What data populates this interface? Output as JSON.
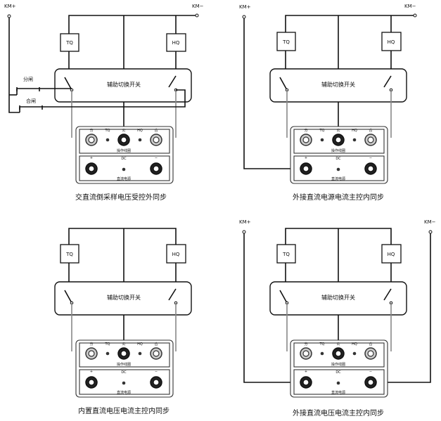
{
  "diagrams": [
    {
      "caption": "交直流倒采样电压受控外同步",
      "km_plus": "KM+",
      "km_minus": "KM−",
      "tq": "TQ",
      "hq": "HQ",
      "switch_label": "辅助切换开关",
      "open_label": "分闸",
      "close_label": "合闸",
      "panel": {
        "p1": "分",
        "p2": "TQ",
        "p3": "公",
        "p4": "HQ",
        "p5": "合",
        "coil": "操作线圈",
        "plus": "+",
        "dc": "DC",
        "minus": "−",
        "supply": "直流电源"
      }
    },
    {
      "caption": "外接直流电源电流主控内同步",
      "km_plus": "KM+",
      "km_minus": "KM−",
      "tq": "TQ",
      "hq": "HQ",
      "switch_label": "辅助切换开关",
      "panel": {
        "p1": "分",
        "p2": "TQ",
        "p3": "公",
        "p4": "HQ",
        "p5": "合",
        "coil": "操作线圈",
        "plus": "+",
        "dc": "DC",
        "minus": "−",
        "supply": "直流电源"
      }
    },
    {
      "caption": "内置直流电压电流主控内同步",
      "tq": "TQ",
      "hq": "HQ",
      "switch_label": "辅助切换开关",
      "panel": {
        "p1": "分",
        "p2": "TQ",
        "p3": "公",
        "p4": "HQ",
        "p5": "合",
        "coil": "操作线圈",
        "plus": "+",
        "dc": "DC",
        "minus": "−",
        "supply": "直流电源"
      }
    },
    {
      "caption": "外接直流电压电流主控内同步",
      "km_plus": "KM+",
      "km_minus": "KM−",
      "tq": "TQ",
      "hq": "HQ",
      "switch_label": "辅助切换开关",
      "panel": {
        "p1": "分",
        "p2": "TQ",
        "p3": "公",
        "p4": "HQ",
        "p5": "合",
        "coil": "操作线圈",
        "plus": "+",
        "dc": "DC",
        "minus": "−",
        "supply": "直流电源"
      }
    }
  ]
}
